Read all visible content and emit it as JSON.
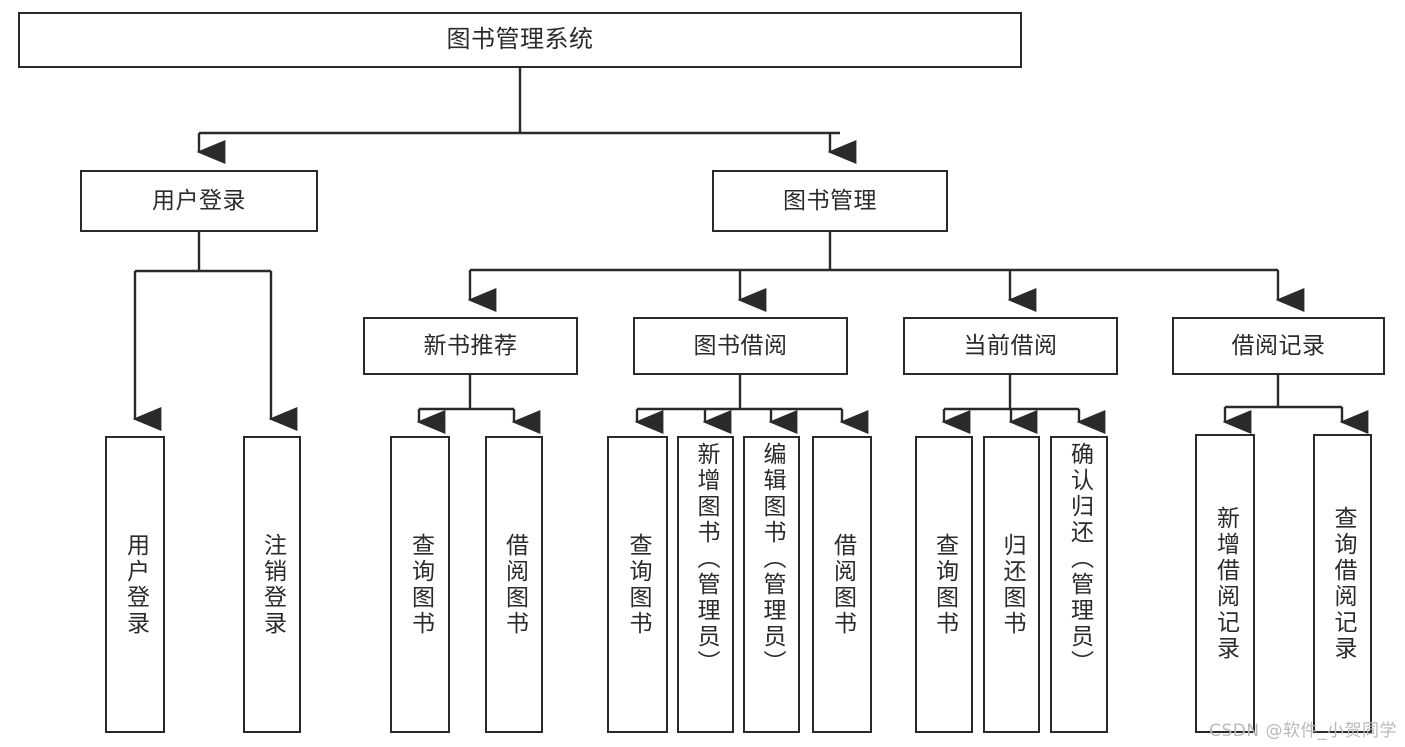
{
  "diagram": {
    "type": "tree-hierarchy",
    "title": "图书管理系统",
    "root": {
      "label": "图书管理系统"
    },
    "level2": [
      {
        "label": "用户登录"
      },
      {
        "label": "图书管理"
      }
    ],
    "level3": [
      {
        "label": "新书推荐"
      },
      {
        "label": "图书借阅"
      },
      {
        "label": "当前借阅"
      },
      {
        "label": "借阅记录"
      }
    ],
    "leaves": {
      "user_login": [
        {
          "label": "用户登录"
        },
        {
          "label": "注销登录"
        }
      ],
      "new_book_recommend": [
        {
          "label": "查询图书"
        },
        {
          "label": "借阅图书"
        }
      ],
      "book_borrow": [
        {
          "label": "查询图书"
        },
        {
          "label": "新增图书（管理员）"
        },
        {
          "label": "编辑图书（管理员）"
        },
        {
          "label": "借阅图书"
        }
      ],
      "current_borrow": [
        {
          "label": "查询图书"
        },
        {
          "label": "归还图书"
        },
        {
          "label": "确认归还（管理员）"
        }
      ],
      "borrow_record": [
        {
          "label": "新增借阅记录"
        },
        {
          "label": "查询借阅记录"
        }
      ]
    }
  },
  "watermark": {
    "text": "CSDN @软件_小贺同学"
  },
  "colors": {
    "stroke": "#2a2a2a",
    "box_fill": "#ffffff",
    "text": "#2b2b2b",
    "watermark": "#b9b9b9"
  }
}
